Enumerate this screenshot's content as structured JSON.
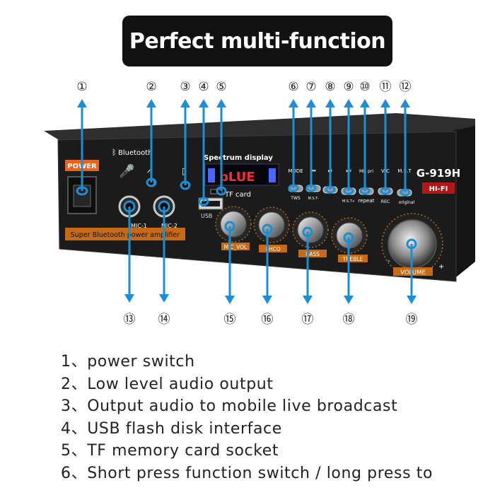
{
  "banner": {
    "title": "Perfect multi-function"
  },
  "colors": {
    "arrow": "#1a8fd6",
    "panel": "#1c1c1c",
    "panel_top": "#2a2a2a",
    "label_orange": "#ff8a1a",
    "display_red": "#ff2a2a"
  },
  "callouts": {
    "top": [
      "①",
      "②",
      "③",
      "④",
      "⑤",
      "⑥",
      "⑦",
      "⑧",
      "⑨",
      "⑩",
      "⑪",
      "⑫"
    ],
    "bottom": [
      "⑬",
      "⑭",
      "⑮",
      "⑯",
      "⑰",
      "⑱",
      "⑲"
    ]
  },
  "device": {
    "power_label": "POWER",
    "bluetooth_label": "Bluetooth",
    "spectrum_label": "Spectrum display",
    "display_text": "bLUE",
    "tf_card_label": "TF card",
    "usb_label": "USB",
    "model": "G-919H",
    "hifi": "HI-FI",
    "brand_strip": "Super Bluetooth power amplifier",
    "mic1": "MIC-1",
    "mic2": "MIC-2",
    "button_labels_top": [
      "MODE",
      "⏮",
      "⏯",
      "⏭",
      "Mic pri",
      "V/C",
      "M.S.T"
    ],
    "button_labels_bottom": [
      "TWS",
      "M.S.T-",
      "",
      "M.S.T+",
      "repeat",
      "REC",
      "original"
    ],
    "knob_labels": [
      "MIC_VOL",
      "EHCO",
      "BASS",
      "TREBLE"
    ],
    "volume_label": "VOLUME",
    "volume_minus": "-",
    "volume_plus": "+"
  },
  "legend": [
    "1、power switch",
    "2、Low level audio output",
    "3、Output audio to mobile live broadcast",
    "4、USB flash disk interface",
    "5、TF memory card socket",
    "6、Short press function switch / long press to"
  ]
}
